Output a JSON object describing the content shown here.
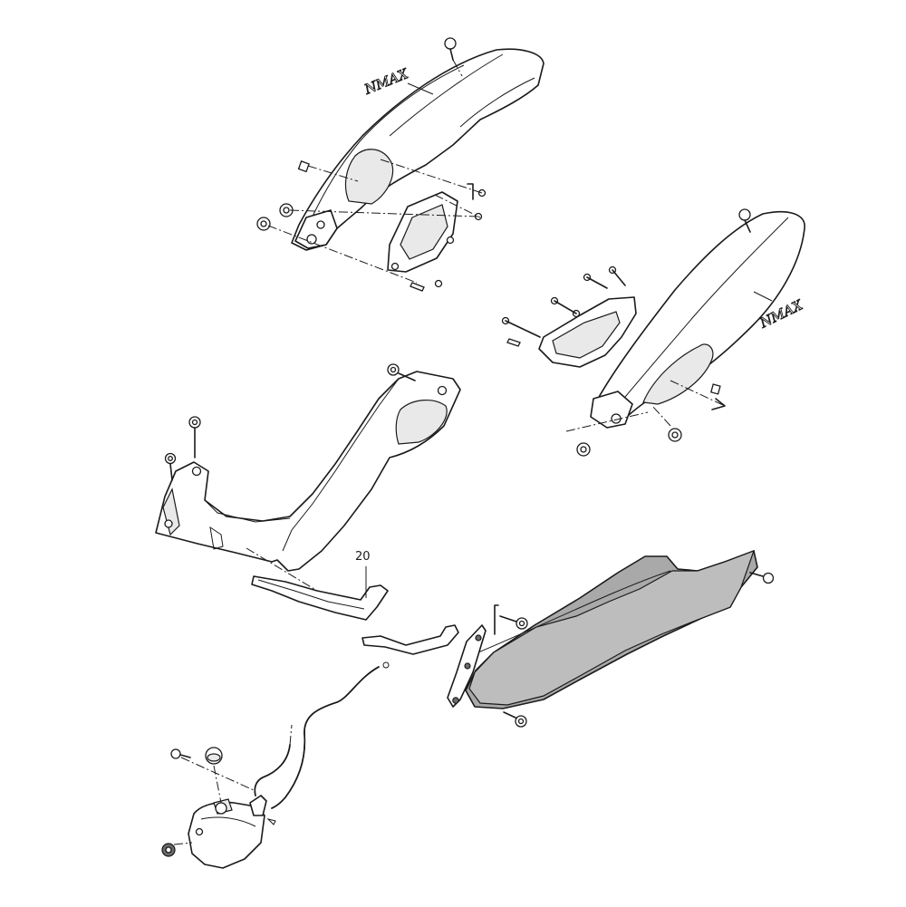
{
  "callout": {
    "number": "20"
  },
  "logo_lettering": {
    "rear_cover_left": "NMAX",
    "rear_cover_right": "NMAX"
  },
  "colors": {
    "line": "#1a1a1a",
    "highlight_part": "#a9a9a9",
    "background": "#ffffff"
  }
}
